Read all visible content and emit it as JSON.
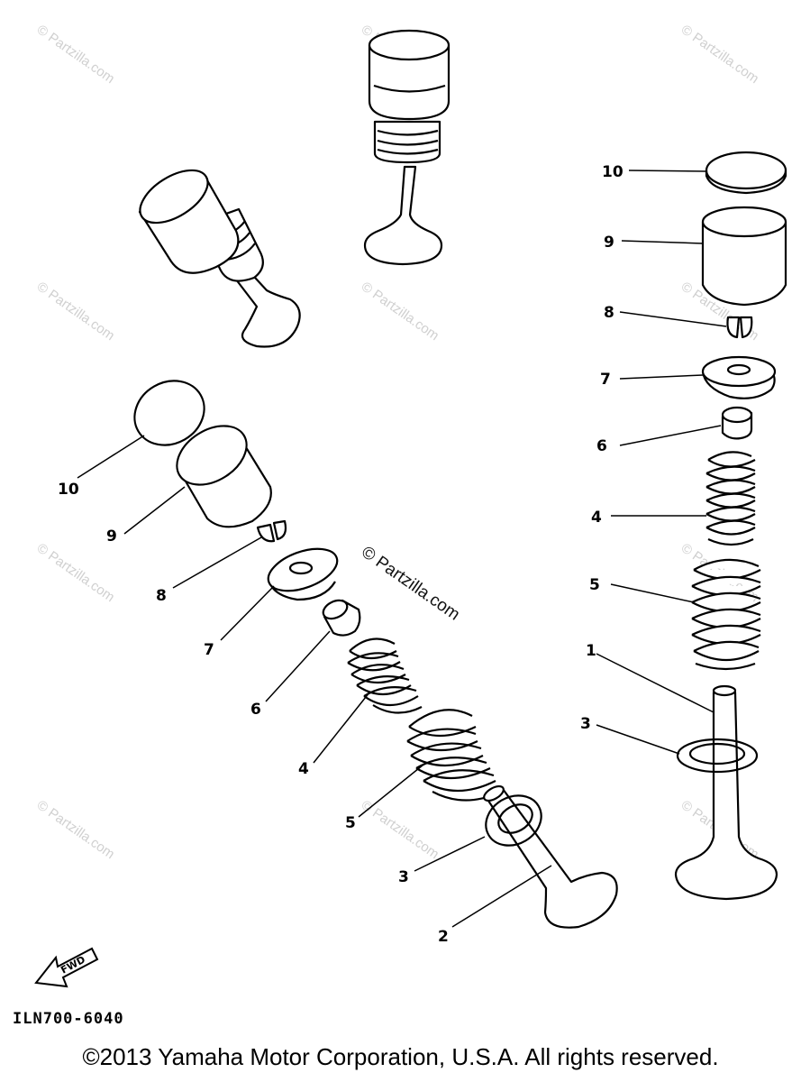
{
  "watermark_text": "© Partzilla.com",
  "center_watermark": "© Partzilla.com",
  "fwd_label": "FWD",
  "diagram_code": "ILN700-6040",
  "copyright": "©2013 Yamaha Motor Corporation, U.S.A. All rights reserved.",
  "callouts": {
    "right_10": "10",
    "right_9": "9",
    "right_8": "8",
    "right_7": "7",
    "right_6": "6",
    "right_4": "4",
    "right_5": "5",
    "right_1": "1",
    "right_3": "3",
    "left_10": "10",
    "left_9": "9",
    "left_8": "8",
    "left_7": "7",
    "left_6": "6",
    "left_4": "4",
    "left_5": "5",
    "left_3": "3",
    "left_2": "2"
  }
}
